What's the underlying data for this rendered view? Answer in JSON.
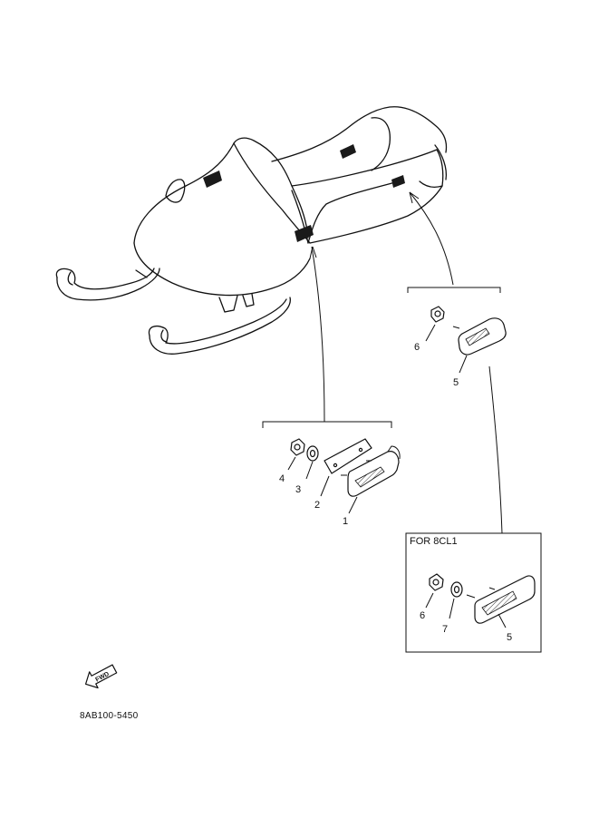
{
  "diagram": {
    "part_code": "8AB100-5450",
    "variant_box_label": "FOR 8CL1",
    "fwd_label": "FWD",
    "callouts": {
      "c1": "1",
      "c2": "2",
      "c3": "3",
      "c4": "4",
      "c5_upper": "5",
      "c6_upper": "6",
      "c5_lower": "5",
      "c6_lower": "6",
      "c7": "7"
    }
  }
}
